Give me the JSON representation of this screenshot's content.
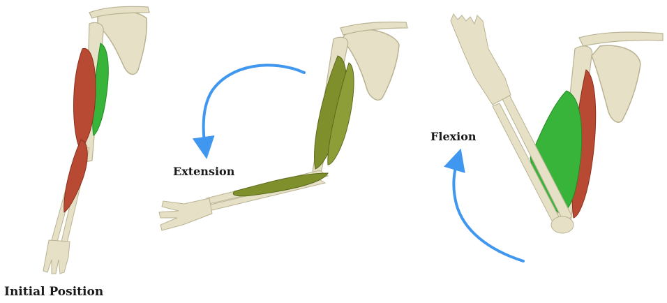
{
  "labels": {
    "initial": "Initial Position",
    "extension": "Extension",
    "flexion": "Flexion"
  },
  "colors": {
    "background": "#ffffff",
    "bone": "#e6e1c6",
    "bone_shadow": "#b9b393",
    "extensor_muscle": "#b84a33",
    "flexor_muscle": "#38b43a",
    "neutral_muscle": "#7f8f2c",
    "arrow": "#3f97ef"
  },
  "panels": [
    {
      "id": "initial",
      "state": "extended arm, flexor highlighted green, extensor red"
    },
    {
      "id": "extension",
      "state": "arm extending, muscles neutral olive"
    },
    {
      "id": "flexion",
      "state": "arm flexed, flexor contracted green"
    }
  ]
}
